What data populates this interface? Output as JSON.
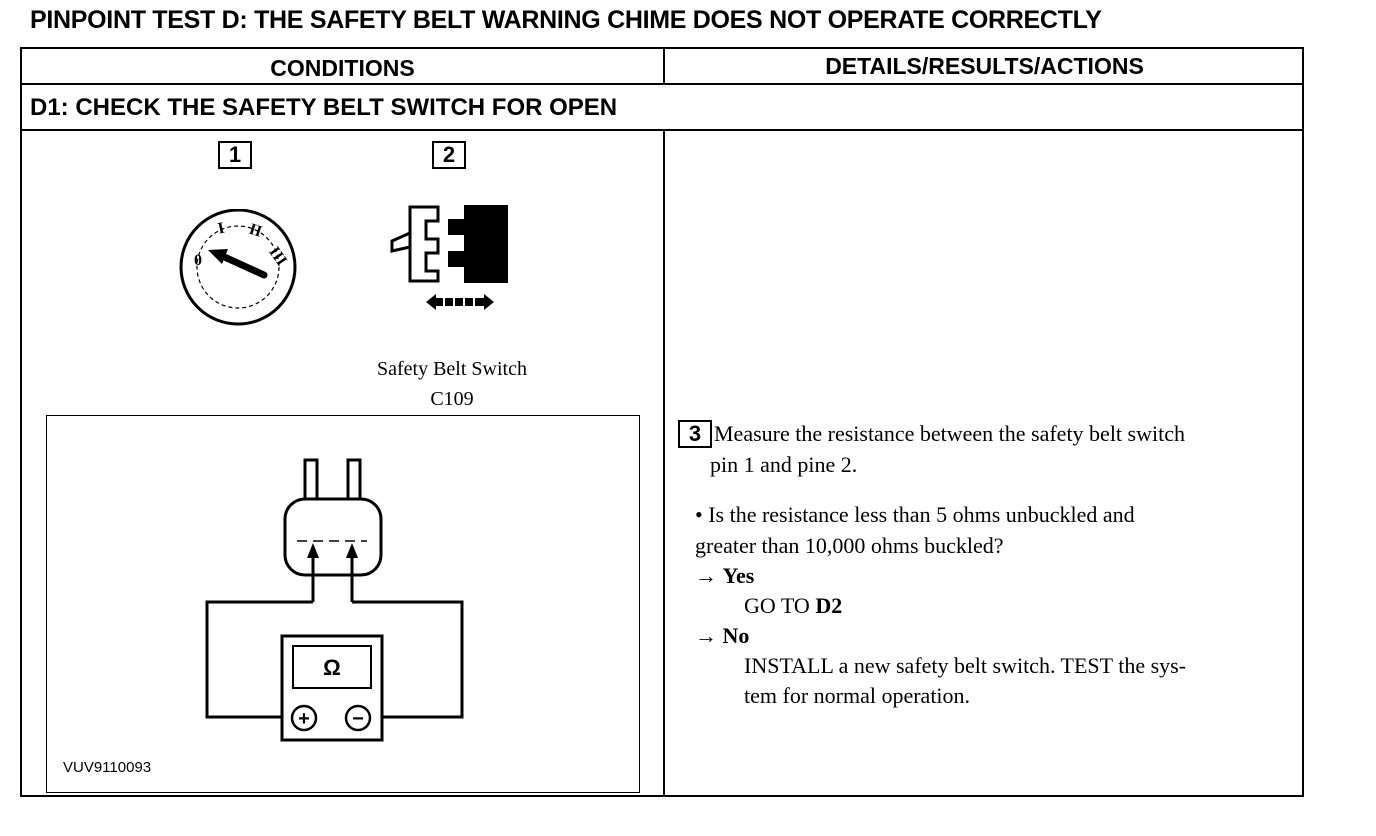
{
  "title": "PINPOINT TEST D: THE SAFETY BELT WARNING CHIME DOES NOT OPERATE CORRECTLY",
  "table": {
    "col_conditions": "CONDITIONS",
    "col_details": "DETAILS/RESULTS/ACTIONS",
    "step_heading": "D1: CHECK THE SAFETY BELT SWITCH FOR OPEN"
  },
  "conditions": {
    "callout_1": "1",
    "callout_2": "2",
    "ignition_marks": [
      "0",
      "I",
      "II",
      "III"
    ],
    "caption_line1": "Safety Belt Switch",
    "caption_line2": "C109",
    "meter_symbol": "Ω",
    "meter_plus": "+",
    "meter_minus": "−",
    "figure_id": "VUV9110093"
  },
  "details": {
    "callout_3": "3",
    "instruction_line1": "Measure the resistance between the safety belt switch",
    "instruction_line2": "pin 1 and pine 2.",
    "question_line1": "• Is the resistance less than 5 ohms unbuckled and",
    "question_line2": "greater than 10,000 ohms buckled?",
    "yes_arrow": "→",
    "yes_label": "Yes",
    "yes_action_prefix": "GO TO",
    "yes_action_target": "D2",
    "no_arrow": "→",
    "no_label": "No",
    "no_action_line1": "INSTALL a new safety belt switch. TEST the sys-",
    "no_action_line2": "tem for normal operation."
  }
}
